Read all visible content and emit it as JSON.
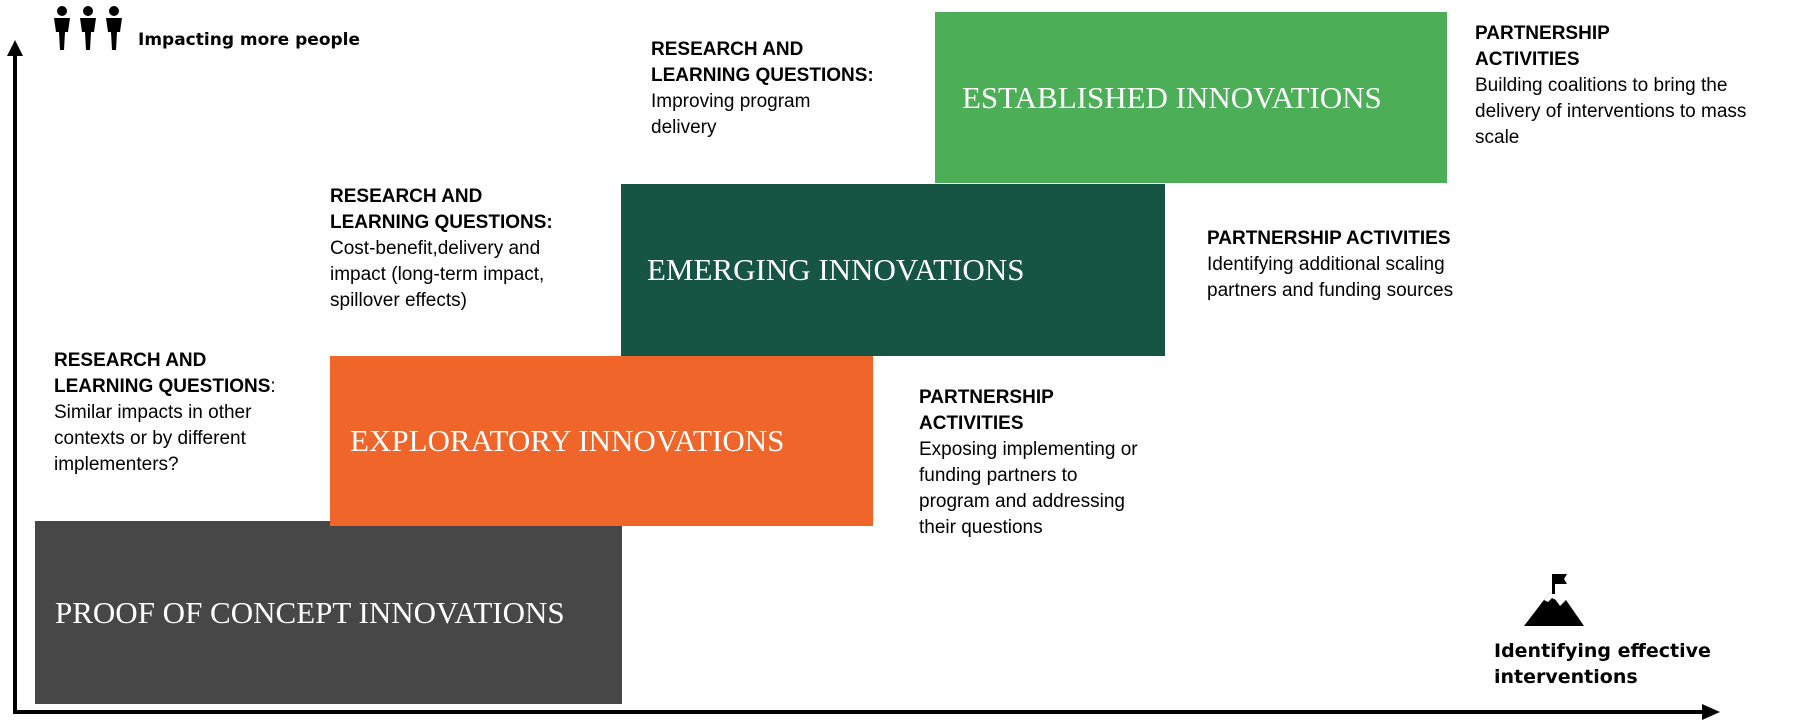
{
  "y_axis_label": "Impacting more people",
  "x_axis_label": [
    "Identifying effective",
    "interventions"
  ],
  "icons": {
    "top_left": "people-icon",
    "bottom_right": "mountain-flag-icon"
  },
  "colors": {
    "proof_of_concept": "#474747",
    "exploratory": "#f0662a",
    "emerging": "#165443",
    "established": "#4caf58"
  },
  "stages": {
    "proof_of_concept": {
      "title": "PROOF OF CONCEPT INNOVATIONS"
    },
    "exploratory": {
      "title": "EXPLORATORY INNOVATIONS",
      "research_heading": [
        "RESEARCH AND",
        "LEARNING QUESTIONS"
      ],
      "research_punct": ":",
      "research_body": [
        "Similar impacts in other",
        "contexts or by different",
        "implementers?"
      ],
      "partnership_heading": [
        "PARTNERSHIP",
        "ACTIVITIES"
      ],
      "partnership_body": [
        "Exposing implementing or",
        "funding partners to",
        "program and addressing",
        "their questions"
      ]
    },
    "emerging": {
      "title": "EMERGING INNOVATIONS",
      "research_heading": [
        "RESEARCH AND",
        "LEARNING QUESTIONS:"
      ],
      "research_body": [
        "Cost-benefit,delivery and",
        "impact (long-term impact,",
        "spillover effects)"
      ],
      "partnership_heading": "PARTNERSHIP ACTIVITIES",
      "partnership_body": [
        "Identifying additional scaling",
        "partners and funding sources"
      ]
    },
    "established": {
      "title": "ESTABLISHED INNOVATIONS",
      "research_heading": [
        "RESEARCH AND",
        "LEARNING QUESTIONS:"
      ],
      "research_body": [
        "Improving program",
        "delivery"
      ],
      "partnership_heading": [
        "PARTNERSHIP",
        "ACTIVITIES"
      ],
      "partnership_body": [
        "Building coalitions to bring the",
        "delivery of interventions to mass",
        "scale"
      ]
    }
  }
}
